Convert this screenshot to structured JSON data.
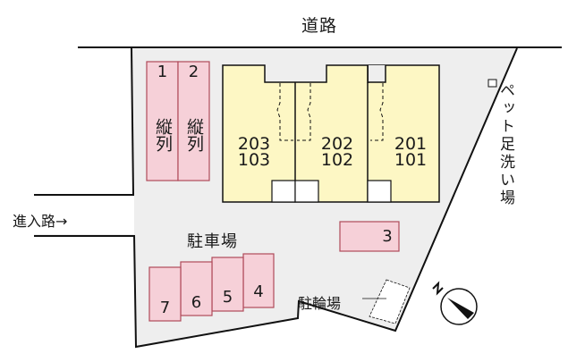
{
  "labels": {
    "road": "道路",
    "entry_road": "進入路→",
    "parking_lot": "駐車場",
    "bicycle_parking": "駐輪場",
    "pet_foot_wash": "ペット足洗い場",
    "north_marker": "N"
  },
  "buildings": [
    {
      "upper": "203",
      "lower": "103"
    },
    {
      "upper": "202",
      "lower": "102"
    },
    {
      "upper": "201",
      "lower": "101"
    }
  ],
  "parking_spaces": [
    {
      "number": "1",
      "note": "縦列"
    },
    {
      "number": "2",
      "note": "縦列"
    },
    {
      "number": "3"
    },
    {
      "number": "4"
    },
    {
      "number": "5"
    },
    {
      "number": "6"
    },
    {
      "number": "7"
    }
  ],
  "colors": {
    "lot_fill": "#eeeeee",
    "building_fill": "#fdf7c4",
    "parking_fill": "#f6d0d8",
    "parking_stroke": "#b04a5a",
    "line": "#111111"
  }
}
